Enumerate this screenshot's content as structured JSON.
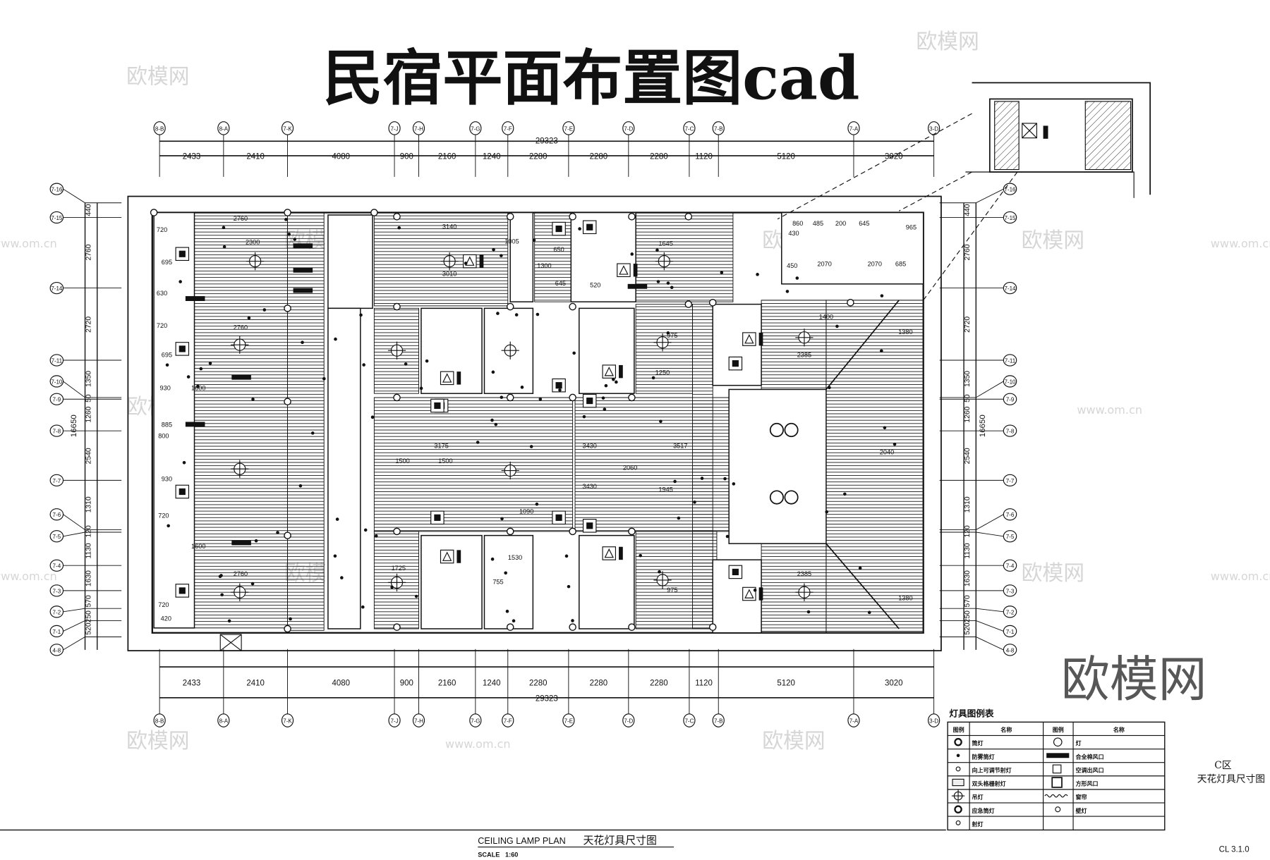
{
  "title": "民宿平面布置图cad",
  "top_axis": {
    "labels": [
      "8-B",
      "8-A",
      "7-K",
      "7-J",
      "7-H",
      "7-G",
      "7-F",
      "7-E",
      "7-D",
      "7-C",
      "7-B",
      "7-A",
      "3-D"
    ],
    "dims": [
      "2433",
      "2410",
      "4080",
      "900",
      "2160",
      "1240",
      "2280",
      "2280",
      "2280",
      "1120",
      "5120",
      "3020"
    ],
    "total": "29323"
  },
  "left_axis": {
    "labels": [
      "7-16",
      "7-15",
      "7-14",
      "7-11",
      "7-10",
      "7-9",
      "7-8",
      "7-7",
      "7-6",
      "7-5",
      "7-4",
      "7-3",
      "7-2",
      "7-1",
      "4-8"
    ],
    "dims": [
      "440",
      "2760",
      "2720",
      "1350",
      "50",
      "1260",
      "2540",
      "1310",
      "120",
      "1130",
      "1630",
      "570",
      "250",
      "520"
    ],
    "total": "16650"
  },
  "plan_labels": [
    "720",
    "695",
    "2760",
    "2300",
    "630",
    "720",
    "695",
    "2760",
    "930",
    "1600",
    "885",
    "800",
    "930",
    "720",
    "1600",
    "2760",
    "720",
    "420",
    "3140",
    "3010",
    "1005",
    "1300",
    "650",
    "645",
    "1645",
    "520",
    "975",
    "1250",
    "1400",
    "2385",
    "1380",
    "2040",
    "3175",
    "1500",
    "1500",
    "3430",
    "2060",
    "3517",
    "3430",
    "1945",
    "1090",
    "1725",
    "1530",
    "755",
    "975",
    "2385",
    "1380",
    "965",
    "645",
    "2070",
    "2070",
    "685",
    "485",
    "200",
    "450",
    "860",
    "430"
  ],
  "legend": {
    "title": "灯具图例表",
    "headers": [
      "图例",
      "名称",
      "图例",
      "名称"
    ],
    "left_rows": [
      {
        "symbol": "downlight-icon",
        "name": "筒灯"
      },
      {
        "symbol": "dot-icon",
        "name": "防雾筒灯"
      },
      {
        "symbol": "small-circle-icon",
        "name": "向上可调节射灯"
      },
      {
        "symbol": "double-grille-icon",
        "name": "双头格栅射灯"
      },
      {
        "symbol": "pendant-icon",
        "name": "吊灯"
      },
      {
        "symbol": "downlight-icon",
        "name": "应急筒灯"
      },
      {
        "symbol": "small-circle-icon",
        "name": "射灯"
      }
    ],
    "right_rows": [
      {
        "symbol": "lamp-icon",
        "name": "灯"
      },
      {
        "symbol": "vent-bar-icon",
        "name": "合全棉风口"
      },
      {
        "symbol": "ac-vent-icon",
        "name": "空调出风口"
      },
      {
        "symbol": "square-vent-icon",
        "name": "方形风口"
      },
      {
        "symbol": "curtain-icon",
        "name": "窗帘"
      },
      {
        "symbol": "wall-lamp-icon",
        "name": "壁灯"
      },
      {
        "symbol": "",
        "name": ""
      }
    ]
  },
  "side_title": {
    "zone": "C区",
    "name": "天花灯具尺寸图"
  },
  "sheet_number": "CL 3.1.0",
  "footer": {
    "title_en": "CEILING LAMP PLAN",
    "title_cn": "天花灯具尺寸图",
    "scale": "SCALE   1:60"
  },
  "watermarks": {
    "logo": "欧模网",
    "url": "www.om.cn"
  },
  "colors": {
    "ink": "#111111",
    "watermark": "#d6d6d6",
    "logo_overlay": "#3a3a3a"
  }
}
